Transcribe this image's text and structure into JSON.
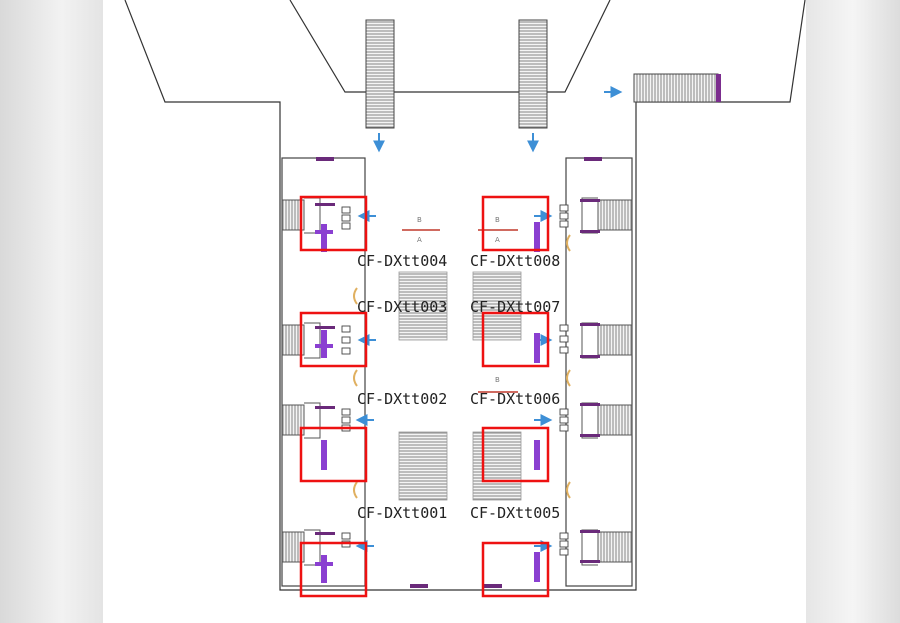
{
  "platform_labels": {
    "label_004": "CF-DXtt004",
    "label_008": "CF-DXtt008",
    "label_003": "CF-DXtt003",
    "label_007": "CF-DXtt007",
    "label_002": "CF-DXtt002",
    "label_006": "CF-DXtt006",
    "label_001": "CF-DXtt001",
    "label_005": "CF-DXtt005"
  },
  "gate_marks": {
    "top_b": "B",
    "top_a": "A",
    "mid_b": "B"
  },
  "colors": {
    "highlight_box": "#ee1111",
    "marker": "#8a3fd1",
    "marker_dark": "#6a2a7a",
    "arrow": "#3d8fd6",
    "wall": "#333333",
    "signal_line": "#c0392b",
    "lamp": "#e0b060"
  }
}
